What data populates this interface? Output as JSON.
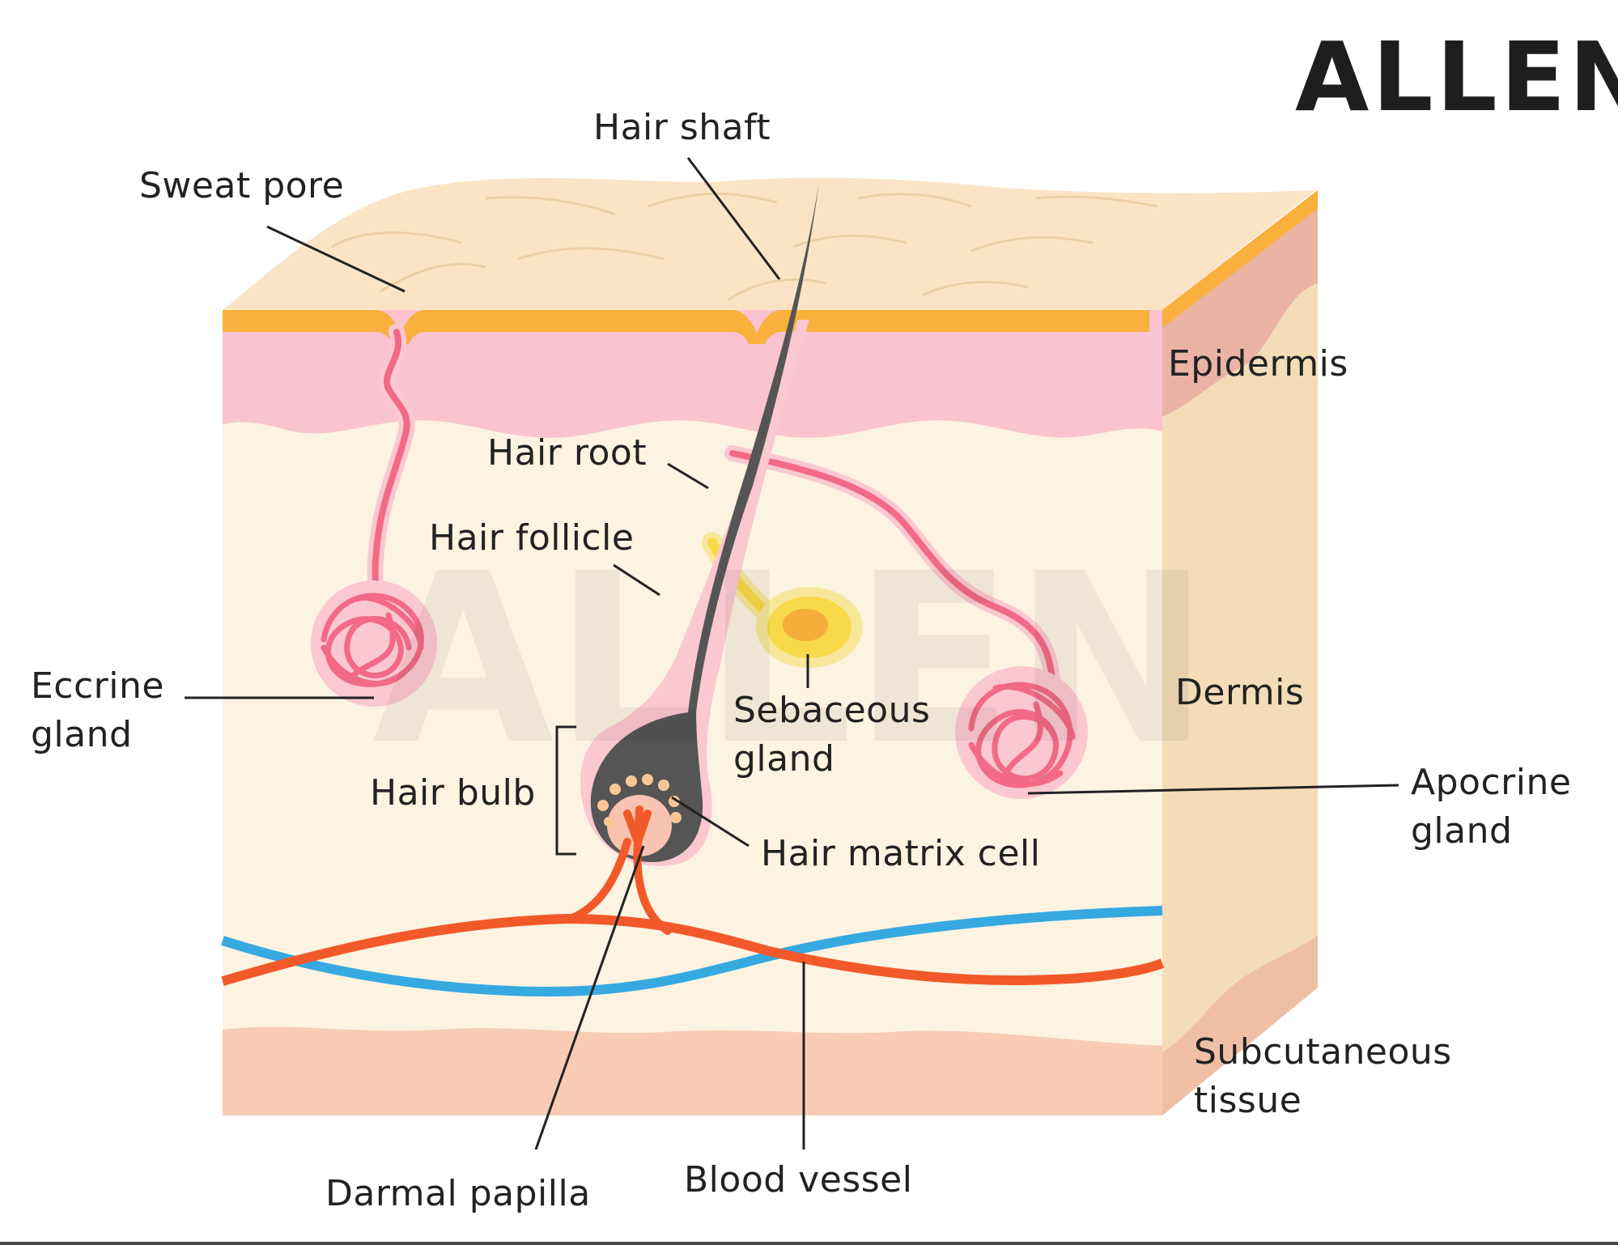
{
  "brand": {
    "logo_text": "ALLEN"
  },
  "labels": {
    "hair_shaft": "Hair shaft",
    "sweat_pore": "Sweat pore",
    "epidermis": "Epidermis",
    "hair_root": "Hair root",
    "hair_follicle": "Hair follicle",
    "eccrine_gland": [
      "Eccrine",
      "gland"
    ],
    "dermis": "Dermis",
    "sebaceous_gland": [
      "Sebaceous",
      "gland"
    ],
    "hair_bulb": "Hair bulb",
    "hair_matrix_cell": "Hair matrix cell",
    "apocrine_gland": [
      "Apocrine",
      "gland"
    ],
    "subcutaneous_tissue": [
      "Subcutaneous",
      "tissue"
    ],
    "darmal_papilla": "Darmal papilla",
    "blood_vessel": "Blood vessel"
  },
  "colors": {
    "surface": "#fbe4c6",
    "stratum_band": "#f9b03d",
    "epidermis": "#f9c4cf",
    "dermis": "#fdf3e1",
    "side_face": "#f4dcb8",
    "subcutaneous": "#f8cbb5",
    "hair": "#555555",
    "gland": "#f26a86",
    "sebaceous": "#f7d94a",
    "artery": "#f2592a",
    "vein": "#36a9e1"
  }
}
